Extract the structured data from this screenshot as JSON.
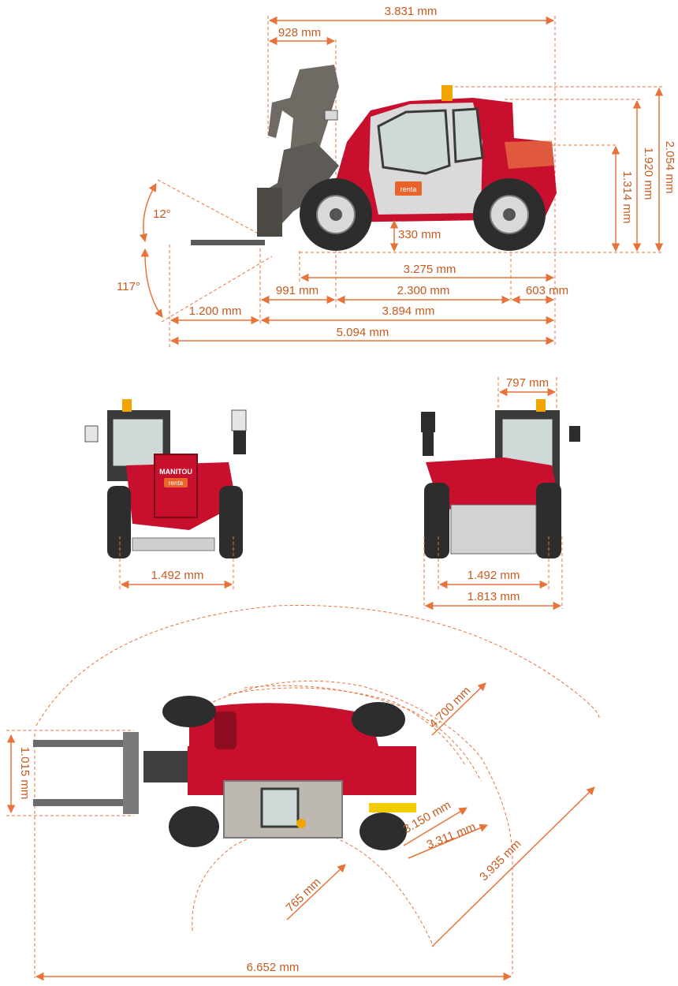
{
  "colors": {
    "dimension": "#e8733a",
    "machine_red": "#c8102e",
    "brand_badge": "#e8642a"
  },
  "side_view": {
    "boom_width": "3.831 mm",
    "boom_reach": "928 mm",
    "height_total": "2.054 mm",
    "height_cab": "1.920 mm",
    "height_hood": "1.314 mm",
    "angle_up": "12°",
    "angle_down": "117°",
    "ground_clearance": "330 mm",
    "body_length": "3.275 mm",
    "front_overhang": "991 mm",
    "wheelbase": "2.300 mm",
    "rear_overhang": "603 mm",
    "fork_length": "1.200 mm",
    "length_without_forks": "3.894 mm",
    "length_overall": "5.094 mm",
    "badge": "renta"
  },
  "front_view": {
    "brand": "MANITOU",
    "badge": "renta",
    "track": "1.492 mm"
  },
  "rear_view": {
    "mirror_width": "797 mm",
    "track": "1.492 mm",
    "width": "1.813 mm"
  },
  "top_view": {
    "fork_carriage_width": "1.015 mm",
    "outer_radius": "4.700 mm",
    "r1": "3.150 mm",
    "r2": "3.311 mm",
    "r3": "3.935 mm",
    "inner_radius": "765 mm",
    "turning_length": "6.652 mm"
  }
}
